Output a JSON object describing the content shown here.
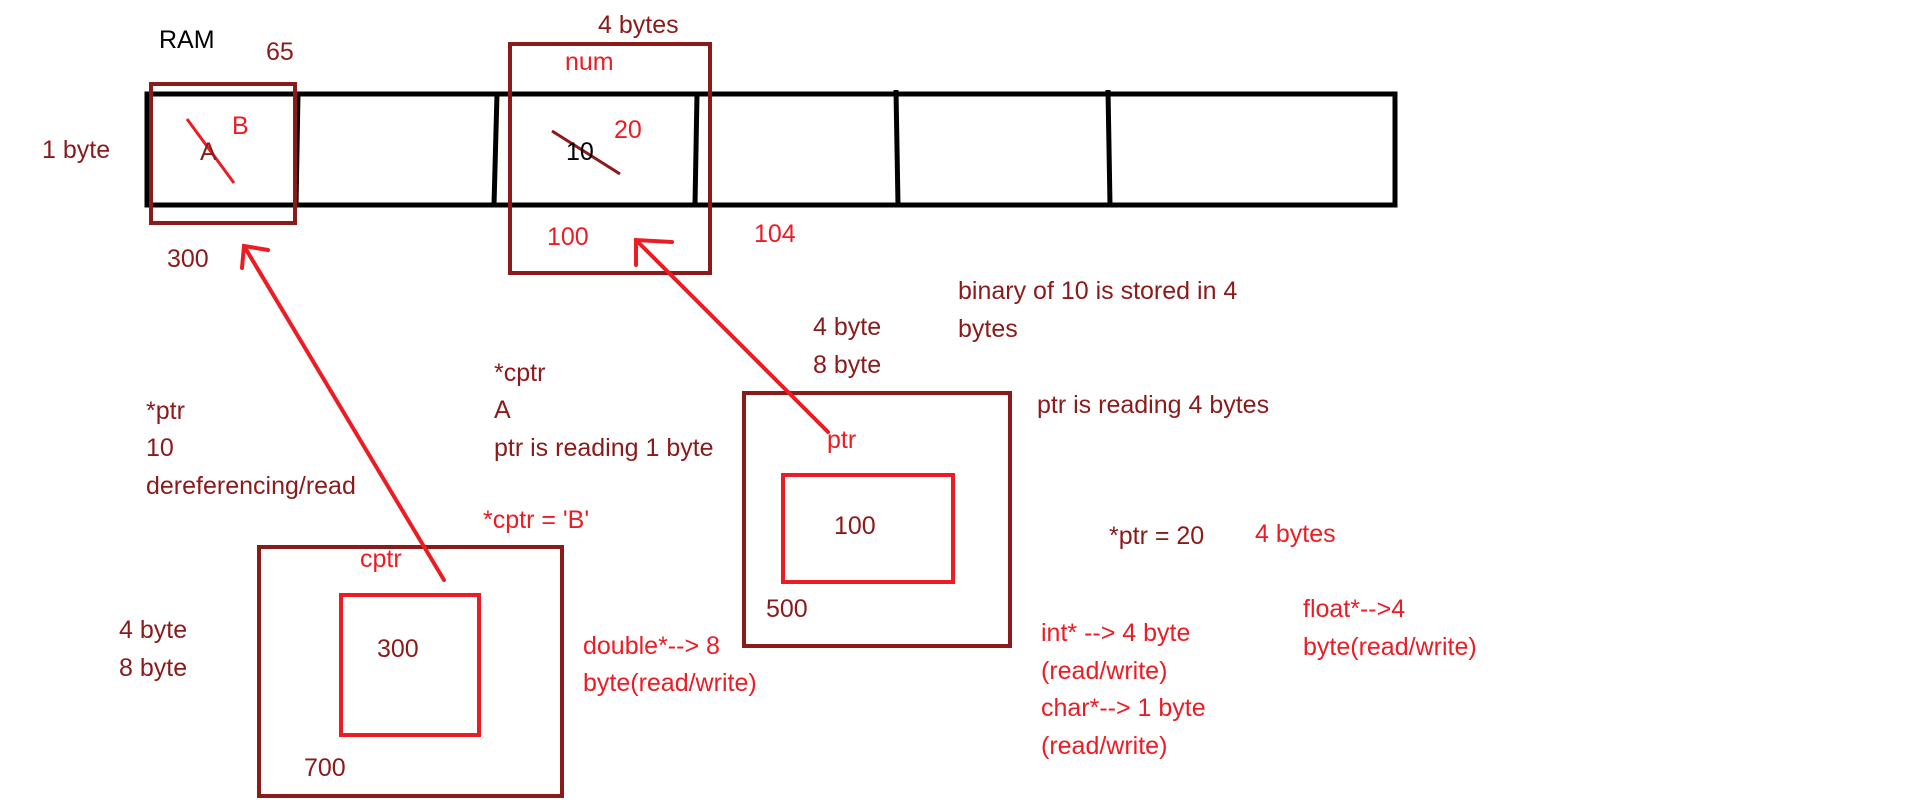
{
  "colors": {
    "dark_red": "#8b1a1a",
    "bright_red": "#ed1c24",
    "black": "#000000",
    "background": "#ffffff"
  },
  "ram": {
    "title": "RAM",
    "cell_size_label": "1 byte",
    "char_cell": {
      "address": "300",
      "ascii_value": "65",
      "old_value": "A",
      "new_value": "B"
    },
    "int_cell": {
      "size_label": "4 bytes",
      "name": "num",
      "old_value": "10",
      "new_value": "20",
      "address_start": "100",
      "address_next": "104"
    }
  },
  "notes": {
    "binary_line1": "binary of 10 is stored in 4",
    "binary_line2": "bytes",
    "ptr_size_1": "4 byte",
    "ptr_size_2": "8 byte",
    "cptr_deref": "*cptr",
    "cptr_deref_value": "A",
    "cptr_reading": "ptr is reading 1 byte",
    "ptr_reading": "ptr is reading 4 bytes",
    "ptr_deref": "*ptr",
    "ptr_deref_value": "10",
    "deref_label": "dereferencing/read",
    "cptr_assign": "*cptr = 'B'",
    "ptr_assign": "*ptr = 20",
    "ptr_assign_size": "4 bytes",
    "cptr_size_1": "4 byte",
    "cptr_size_2": "8 byte",
    "double_line1": "double*--> 8",
    "double_line2": "byte(read/write)",
    "int_line1": "int* --> 4 byte",
    "int_line2": "(read/write)",
    "char_line1": "char*--> 1 byte",
    "char_line2": "(read/write)",
    "float_line1": "float*-->4",
    "float_line2": "byte(read/write)"
  },
  "ptr_box": {
    "name": "ptr",
    "value": "100",
    "address": "500"
  },
  "cptr_box": {
    "name": "cptr",
    "value": "300",
    "address": "700"
  }
}
